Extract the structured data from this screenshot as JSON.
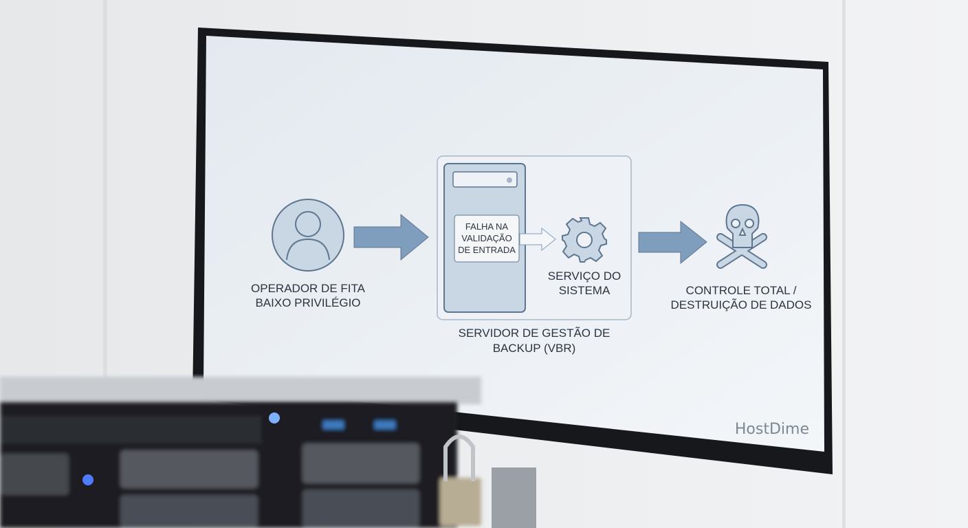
{
  "diagram": {
    "operator_label": [
      "OPERADOR DE FITA",
      "BAIXO PRIVILÉGIO"
    ],
    "flaw_label": [
      "FALHA NA",
      "VALIDAÇÃO",
      "DE ENTRADA"
    ],
    "service_label": [
      "SERVIÇO DO",
      "SISTEMA"
    ],
    "server_label": [
      "SERVIDOR DE GESTÃO DE",
      "BACKUP (VBR)"
    ],
    "outcome_label": [
      "CONTROLE TOTAL /",
      "DESTRUIÇÃO DE DADOS"
    ]
  },
  "brand": {
    "logo_text": "HostDime"
  },
  "colors": {
    "accent": "#7f9dbd",
    "icon_fill": "#c9d6e4",
    "stroke": "#5e7590",
    "screen": "#eef2f6"
  }
}
